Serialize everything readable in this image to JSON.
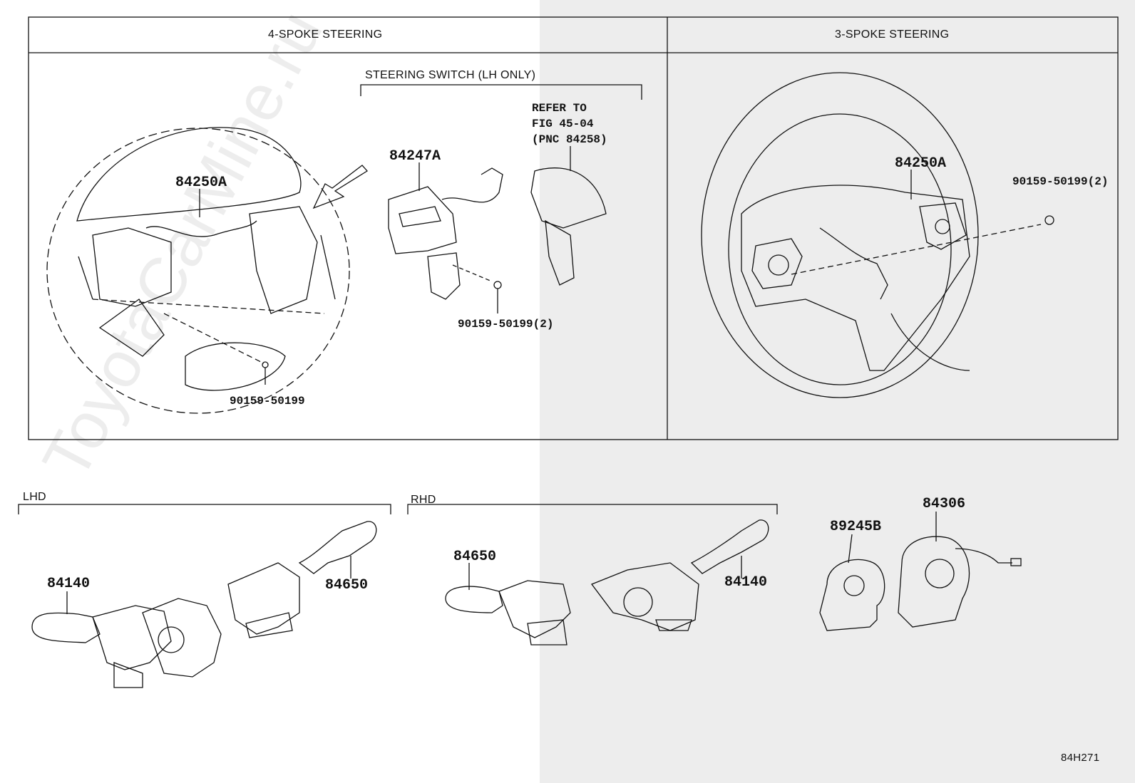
{
  "panels": {
    "left_title": "4-SPOKE STEERING",
    "right_title": "3-SPOKE STEERING"
  },
  "sections": {
    "steering_switch": "STEERING SWITCH (LH ONLY)",
    "lhd": "LHD",
    "rhd": "RHD"
  },
  "refer_note": [
    "REFER TO",
    "FIG 45-04",
    "(PNC 84258)"
  ],
  "parts": {
    "p84250a_4spoke": "84250A",
    "p84247a": "84247A",
    "p90159_2_left": "90159-50199(2)",
    "p90159_left": "90159-50199",
    "p84250a_3spoke": "84250A",
    "p90159_2_right": "90159-50199(2)",
    "p84140_lhd": "84140",
    "p84650_lhd": "84650",
    "p84650_rhd": "84650",
    "p84140_rhd": "84140",
    "p89245b": "89245B",
    "p84306": "84306"
  },
  "figure_code": "84H271",
  "watermark": "ToyotaCarMine.ru"
}
